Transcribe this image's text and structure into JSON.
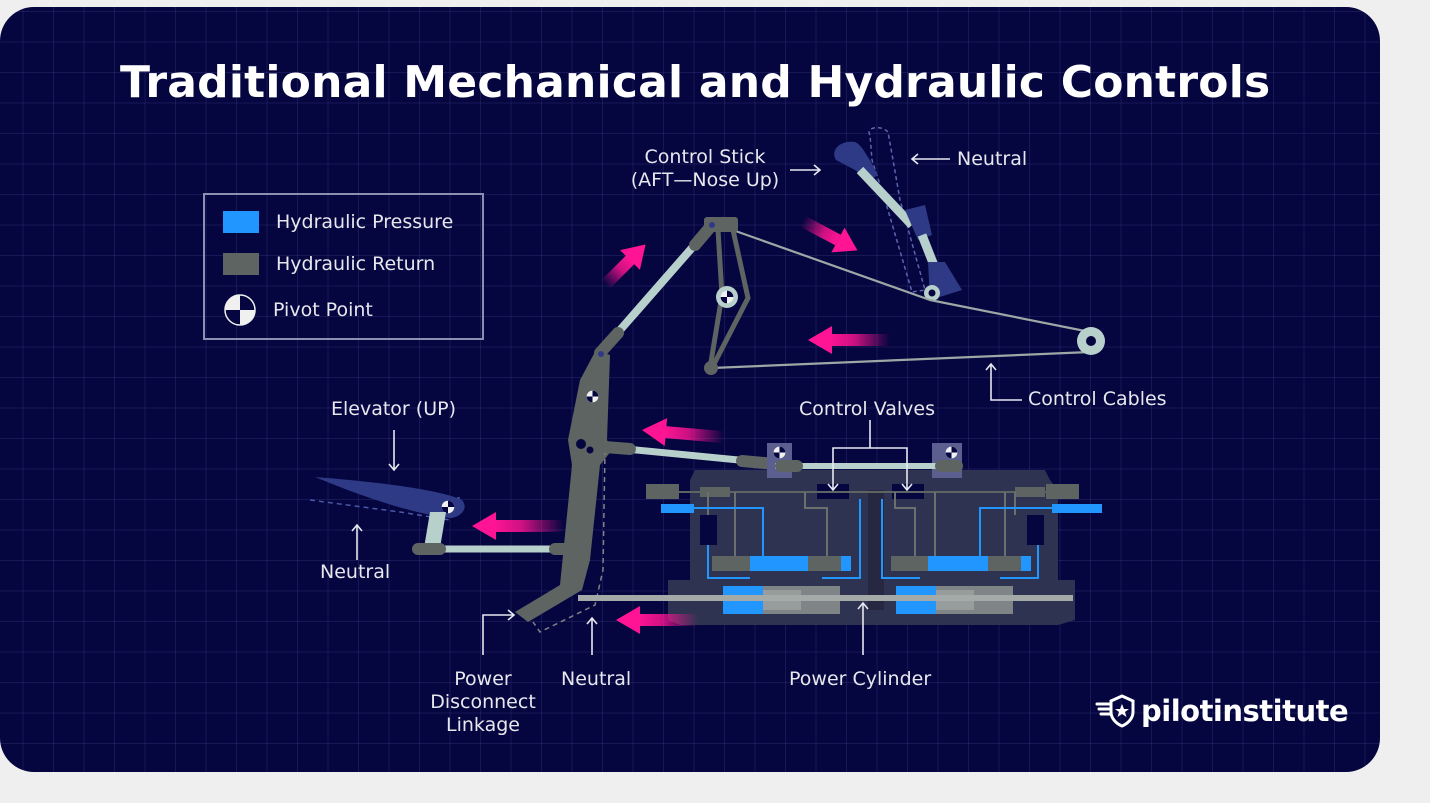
{
  "title": "Traditional Mechanical and Hydraulic Controls",
  "legend": [
    {
      "label": "Hydraulic Pressure",
      "icon": "blue-swatch",
      "color": "#2196ff"
    },
    {
      "label": "Hydraulic Return",
      "icon": "gray-swatch",
      "color": "#5e6462"
    },
    {
      "label": "Pivot Point",
      "icon": "pivot-point-icon"
    }
  ],
  "labels": {
    "control_stick_line1": "Control Stick",
    "control_stick_line2": "(AFT—Nose Up)",
    "stick_neutral": "Neutral",
    "control_cables": "Control Cables",
    "control_valves": "Control Valves",
    "elevator": "Elevator (UP)",
    "elevator_neutral": "Neutral",
    "power_disconnect_line1": "Power",
    "power_disconnect_line2": "Disconnect",
    "power_disconnect_line3": "Linkage",
    "linkage_neutral": "Neutral",
    "power_cylinder": "Power Cylinder"
  },
  "colors": {
    "background": "#05053f",
    "pressure": "#2196ff",
    "return": "#5e6462",
    "arrow": "#ff1493",
    "rod": "#b8d0cc",
    "housing": "#2f3352"
  },
  "brand": {
    "name": "pilotinstitute",
    "icon": "shield-star-wings-icon"
  }
}
